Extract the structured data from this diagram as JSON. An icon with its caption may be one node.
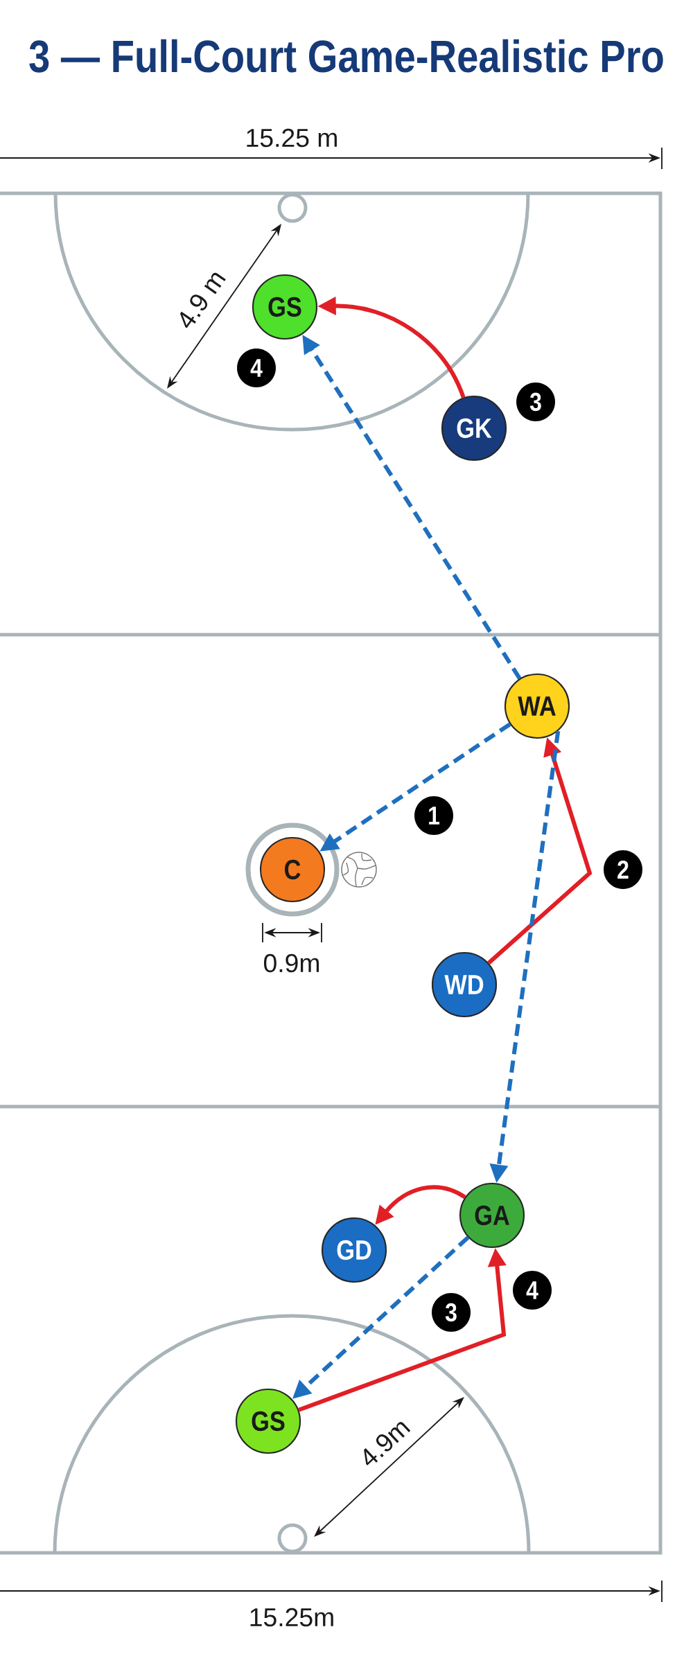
{
  "diagram": {
    "title": "3 — Full-Court Game-Realistic Pro",
    "nodes": [
      {
        "text": [
          "GS"
        ]
      },
      {
        "text": [
          "GK"
        ]
      },
      {
        "text": [
          "WA"
        ]
      },
      {
        "text": [
          "C"
        ]
      },
      {
        "text": [
          "WD"
        ]
      },
      {
        "text": [
          "GA"
        ]
      },
      {
        "text": [
          "GD"
        ]
      },
      {
        "text": [
          "GS"
        ]
      }
    ],
    "edges": [
      {
        "from": 1,
        "to": 0,
        "arrow": "to",
        "color": "#e11f26"
      },
      {
        "from": 2,
        "to": 0,
        "arrow": "to",
        "style": "dashed",
        "color": "#1f6fbf"
      },
      {
        "from": 2,
        "to": 3,
        "arrow": "to",
        "style": "dashed",
        "color": "#1f6fbf"
      },
      {
        "from": 4,
        "to": 2,
        "arrow": "to",
        "color": "#e11f26"
      },
      {
        "from": 2,
        "to": 5,
        "arrow": "to",
        "style": "dashed",
        "color": "#1f6fbf"
      },
      {
        "from": 5,
        "to": 6,
        "arrow": "to",
        "color": "#e11f26"
      },
      {
        "from": 5,
        "to": 7,
        "arrow": "to",
        "style": "dashed",
        "color": "#1f6fbf"
      },
      {
        "from": 7,
        "to": 5,
        "arrow": "to",
        "color": "#e11f26"
      }
    ],
    "labels": [
      "15.25 m",
      "4.9 m",
      "4",
      "3",
      "1",
      "2",
      "0.9m",
      "4",
      "3",
      "4.9m",
      "15.25m"
    ]
  }
}
